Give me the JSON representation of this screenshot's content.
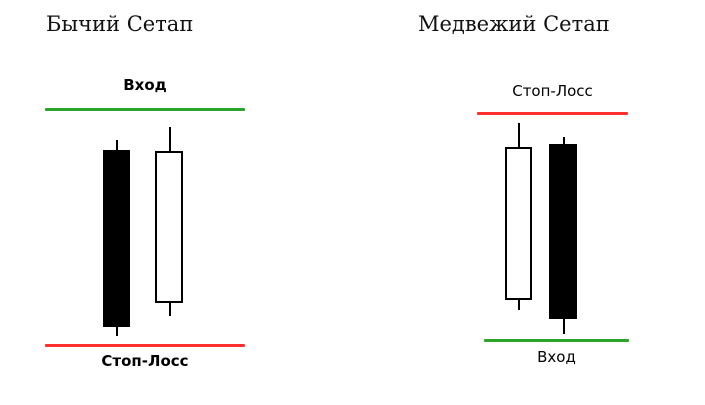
{
  "colors": {
    "entry_line": "#2aa52a",
    "stop_line": "#ff2f2f",
    "bear_candle_fill": "#000000",
    "bull_candle_fill": "#ffffff",
    "candle_border": "#000000"
  },
  "bullish_setup": {
    "title": "Бычий Сетап",
    "entry_label": "Вход",
    "stop_label": "Стоп-Лосс",
    "entry_position": "top",
    "stop_position": "bottom",
    "candles": [
      {
        "order": 1,
        "type": "bearish",
        "fill": "black"
      },
      {
        "order": 2,
        "type": "bullish",
        "fill": "white"
      }
    ]
  },
  "bearish_setup": {
    "title": "Медвежий Сетап",
    "entry_label": "Вход",
    "stop_label": "Стоп-Лосс",
    "entry_position": "bottom",
    "stop_position": "top",
    "candles": [
      {
        "order": 1,
        "type": "bullish",
        "fill": "white"
      },
      {
        "order": 2,
        "type": "bearish",
        "fill": "black"
      }
    ]
  }
}
